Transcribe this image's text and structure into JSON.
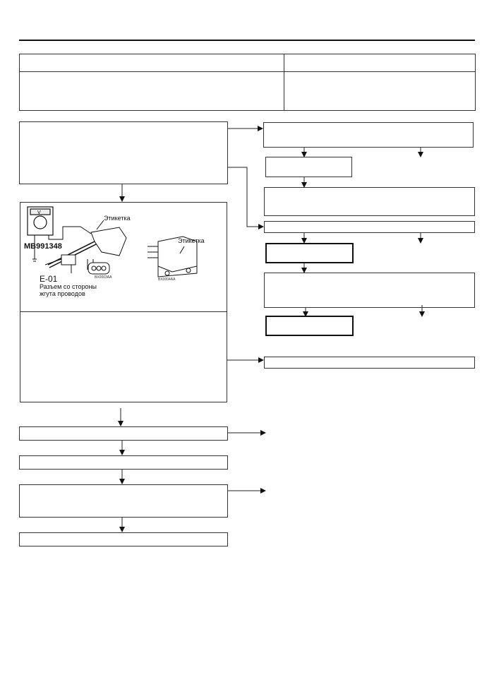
{
  "illustration": {
    "label_left": "Этикетка",
    "label_right": "Этикетка",
    "tool_number": "MB991348",
    "connector_id": "E-01",
    "connector_caption_line1": "Разъем со стороны",
    "connector_caption_line2": "жгута проводов",
    "figure_code_1": "BX0003AA",
    "figure_code_2": "BX0004AA",
    "meter_symbol": "V"
  },
  "colors": {
    "line": "#333333",
    "background": "#ffffff"
  }
}
